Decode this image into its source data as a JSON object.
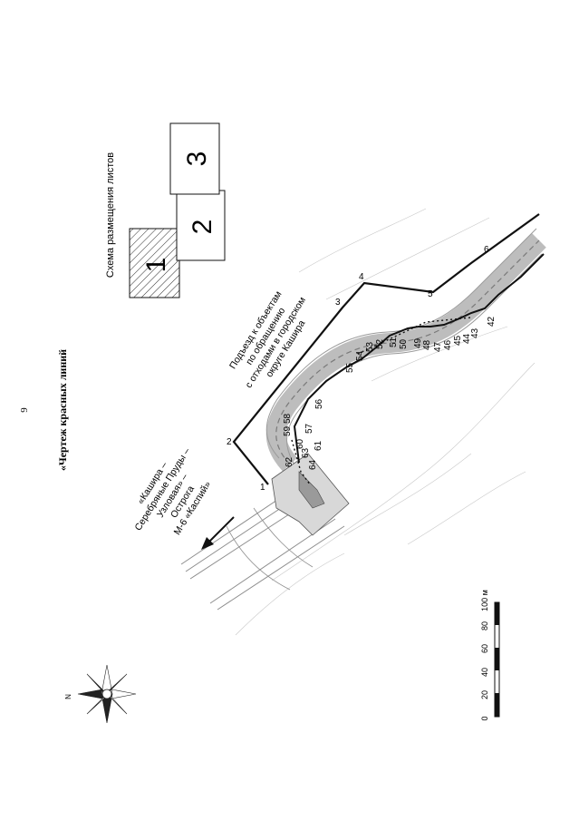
{
  "page_number": "9",
  "title": "«Чертеж красных линий",
  "layout_scheme": {
    "title": "Схема размещения листов",
    "sheets": [
      "1",
      "2",
      "3"
    ],
    "hatched_sheet": "1"
  },
  "road_label_north": [
    "Подъезд к объектам",
    "по обращению",
    "с отходами в городском",
    "округе Кашира"
  ],
  "road_label_south": [
    "«Кашира –",
    "Серебряные Пруды –",
    "Узловая» –",
    "Острога",
    "М-6 «Каспий»"
  ],
  "red_line_points": [
    {
      "n": "1"
    },
    {
      "n": "2"
    },
    {
      "n": "3"
    },
    {
      "n": "4"
    },
    {
      "n": "5"
    },
    {
      "n": "6"
    },
    {
      "n": "42"
    },
    {
      "n": "43"
    },
    {
      "n": "44"
    },
    {
      "n": "45"
    },
    {
      "n": "46"
    },
    {
      "n": "47"
    },
    {
      "n": "48"
    },
    {
      "n": "49"
    },
    {
      "n": "50"
    },
    {
      "n": "51"
    },
    {
      "n": "52"
    },
    {
      "n": "53"
    },
    {
      "n": "54"
    },
    {
      "n": "55"
    },
    {
      "n": "56"
    },
    {
      "n": "57"
    },
    {
      "n": "58"
    },
    {
      "n": "59"
    },
    {
      "n": "60"
    },
    {
      "n": "61"
    },
    {
      "n": "62"
    },
    {
      "n": "63"
    },
    {
      "n": "64"
    }
  ],
  "scale_bar": {
    "ticks": [
      "0",
      "20",
      "40",
      "60",
      "80",
      "100 м"
    ]
  },
  "compass": {
    "north_label": "N"
  },
  "colors": {
    "ink": "#111111",
    "road": "#9a9a9a",
    "hatch": "#333333"
  }
}
